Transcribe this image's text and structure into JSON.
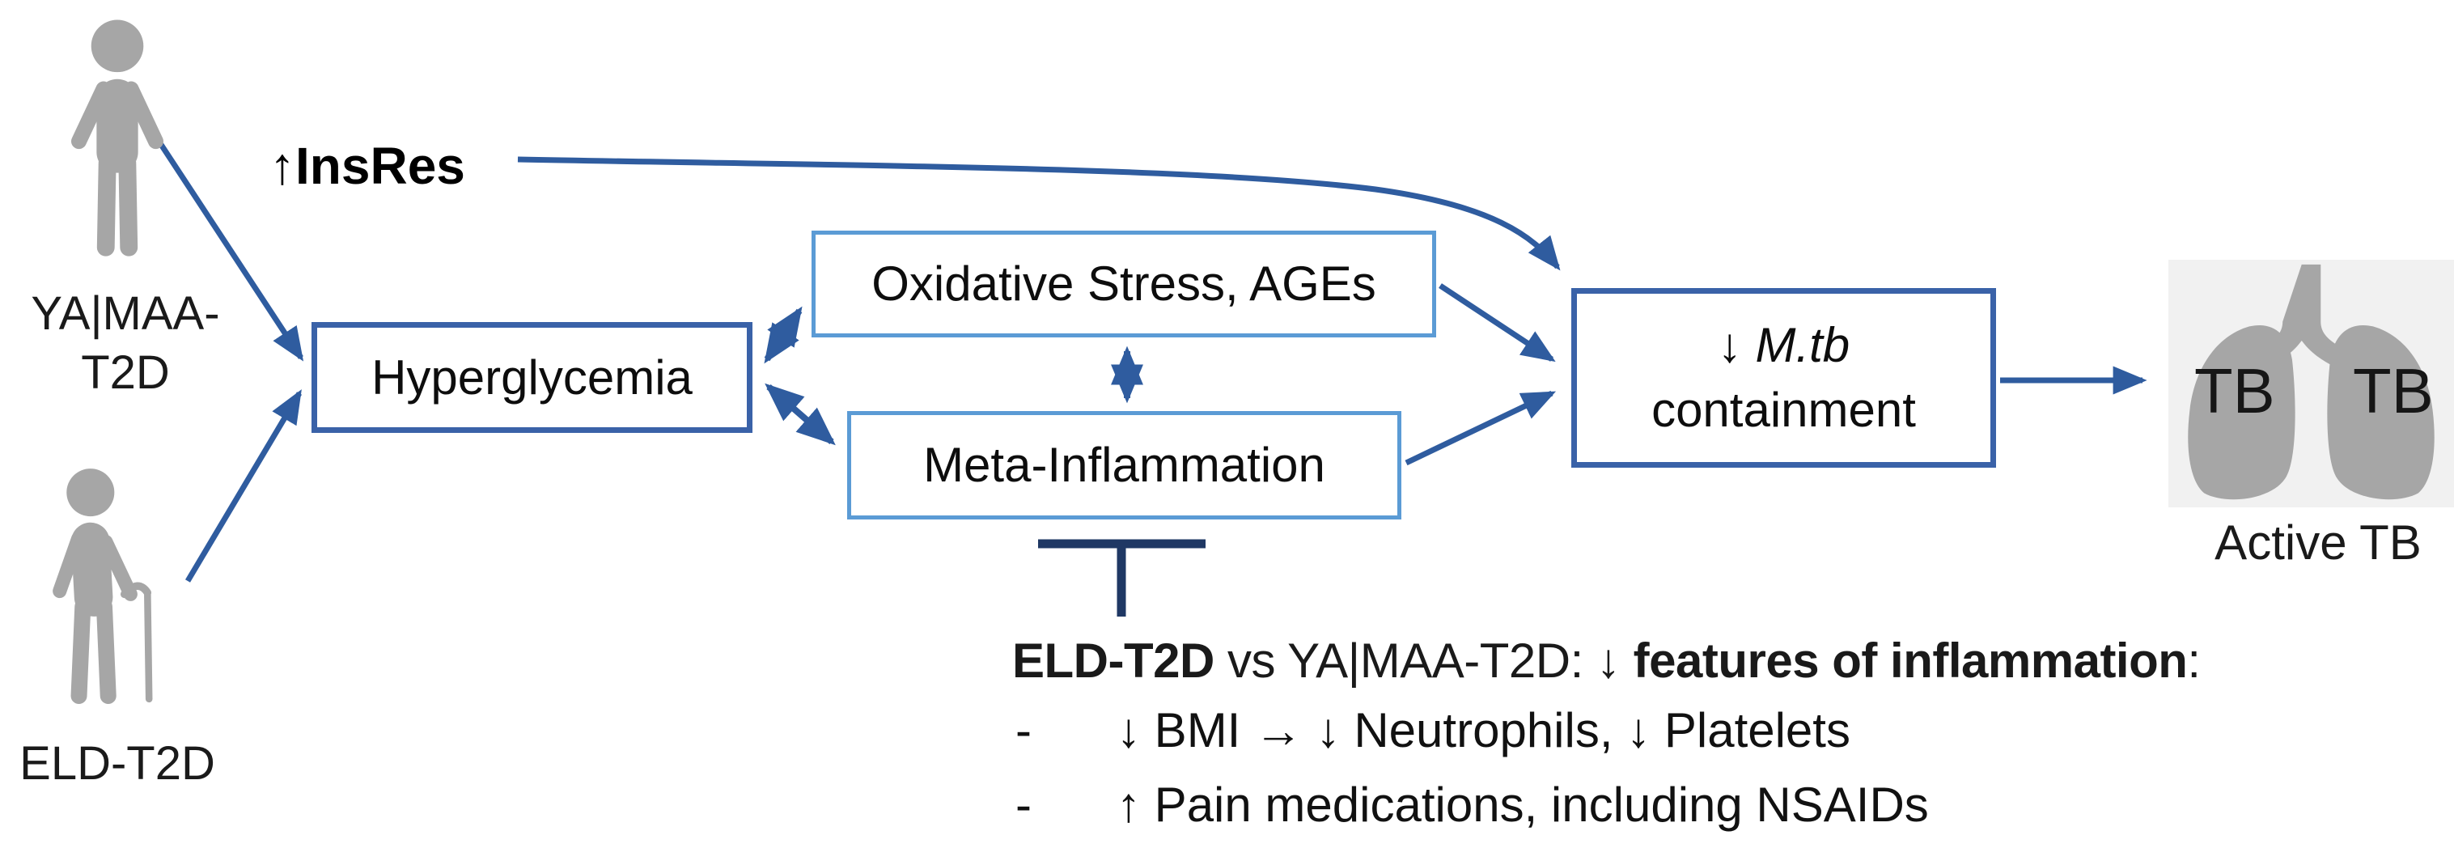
{
  "diagram": {
    "insres_label": "↑InsRes",
    "actors": {
      "young_label_line1": "YA|MAA-",
      "young_label_line2": "T2D",
      "elderly_label": "ELD-T2D"
    },
    "nodes": {
      "hyperglycemia": "Hyperglycemia",
      "oxidative_stress": "Oxidative Stress, AGEs",
      "meta_inflammation": "Meta-Inflammation",
      "mtb_arrow": "↓",
      "mtb_species": "M.tb",
      "mtb_line2": "containment"
    },
    "lungs": {
      "left_text": "TB",
      "right_text": "TB",
      "caption": "Active TB"
    },
    "annotation": {
      "heading_bold1": "ELD-T2D",
      "heading_normal1": " vs YA|MAA-T2D: ",
      "heading_bold2": "↓ features of inflammation",
      "heading_normal2": ":",
      "bullets": [
        {
          "marker": "-",
          "text": "↓ BMI → ↓ Neutrophils, ↓ Platelets"
        },
        {
          "marker": "-",
          "text": "↑ Pain medications, including NSAIDs"
        }
      ]
    },
    "colors": {
      "connector_blue": "#2F5C9F",
      "box_border_dark": "#3A62A8",
      "box_border_light": "#5B9BD5",
      "inhibitor_navy": "#1F3864",
      "figure_gray": "#A6A6A6",
      "lungs_background": "#F1F1F1",
      "text_black": "#111111"
    }
  }
}
